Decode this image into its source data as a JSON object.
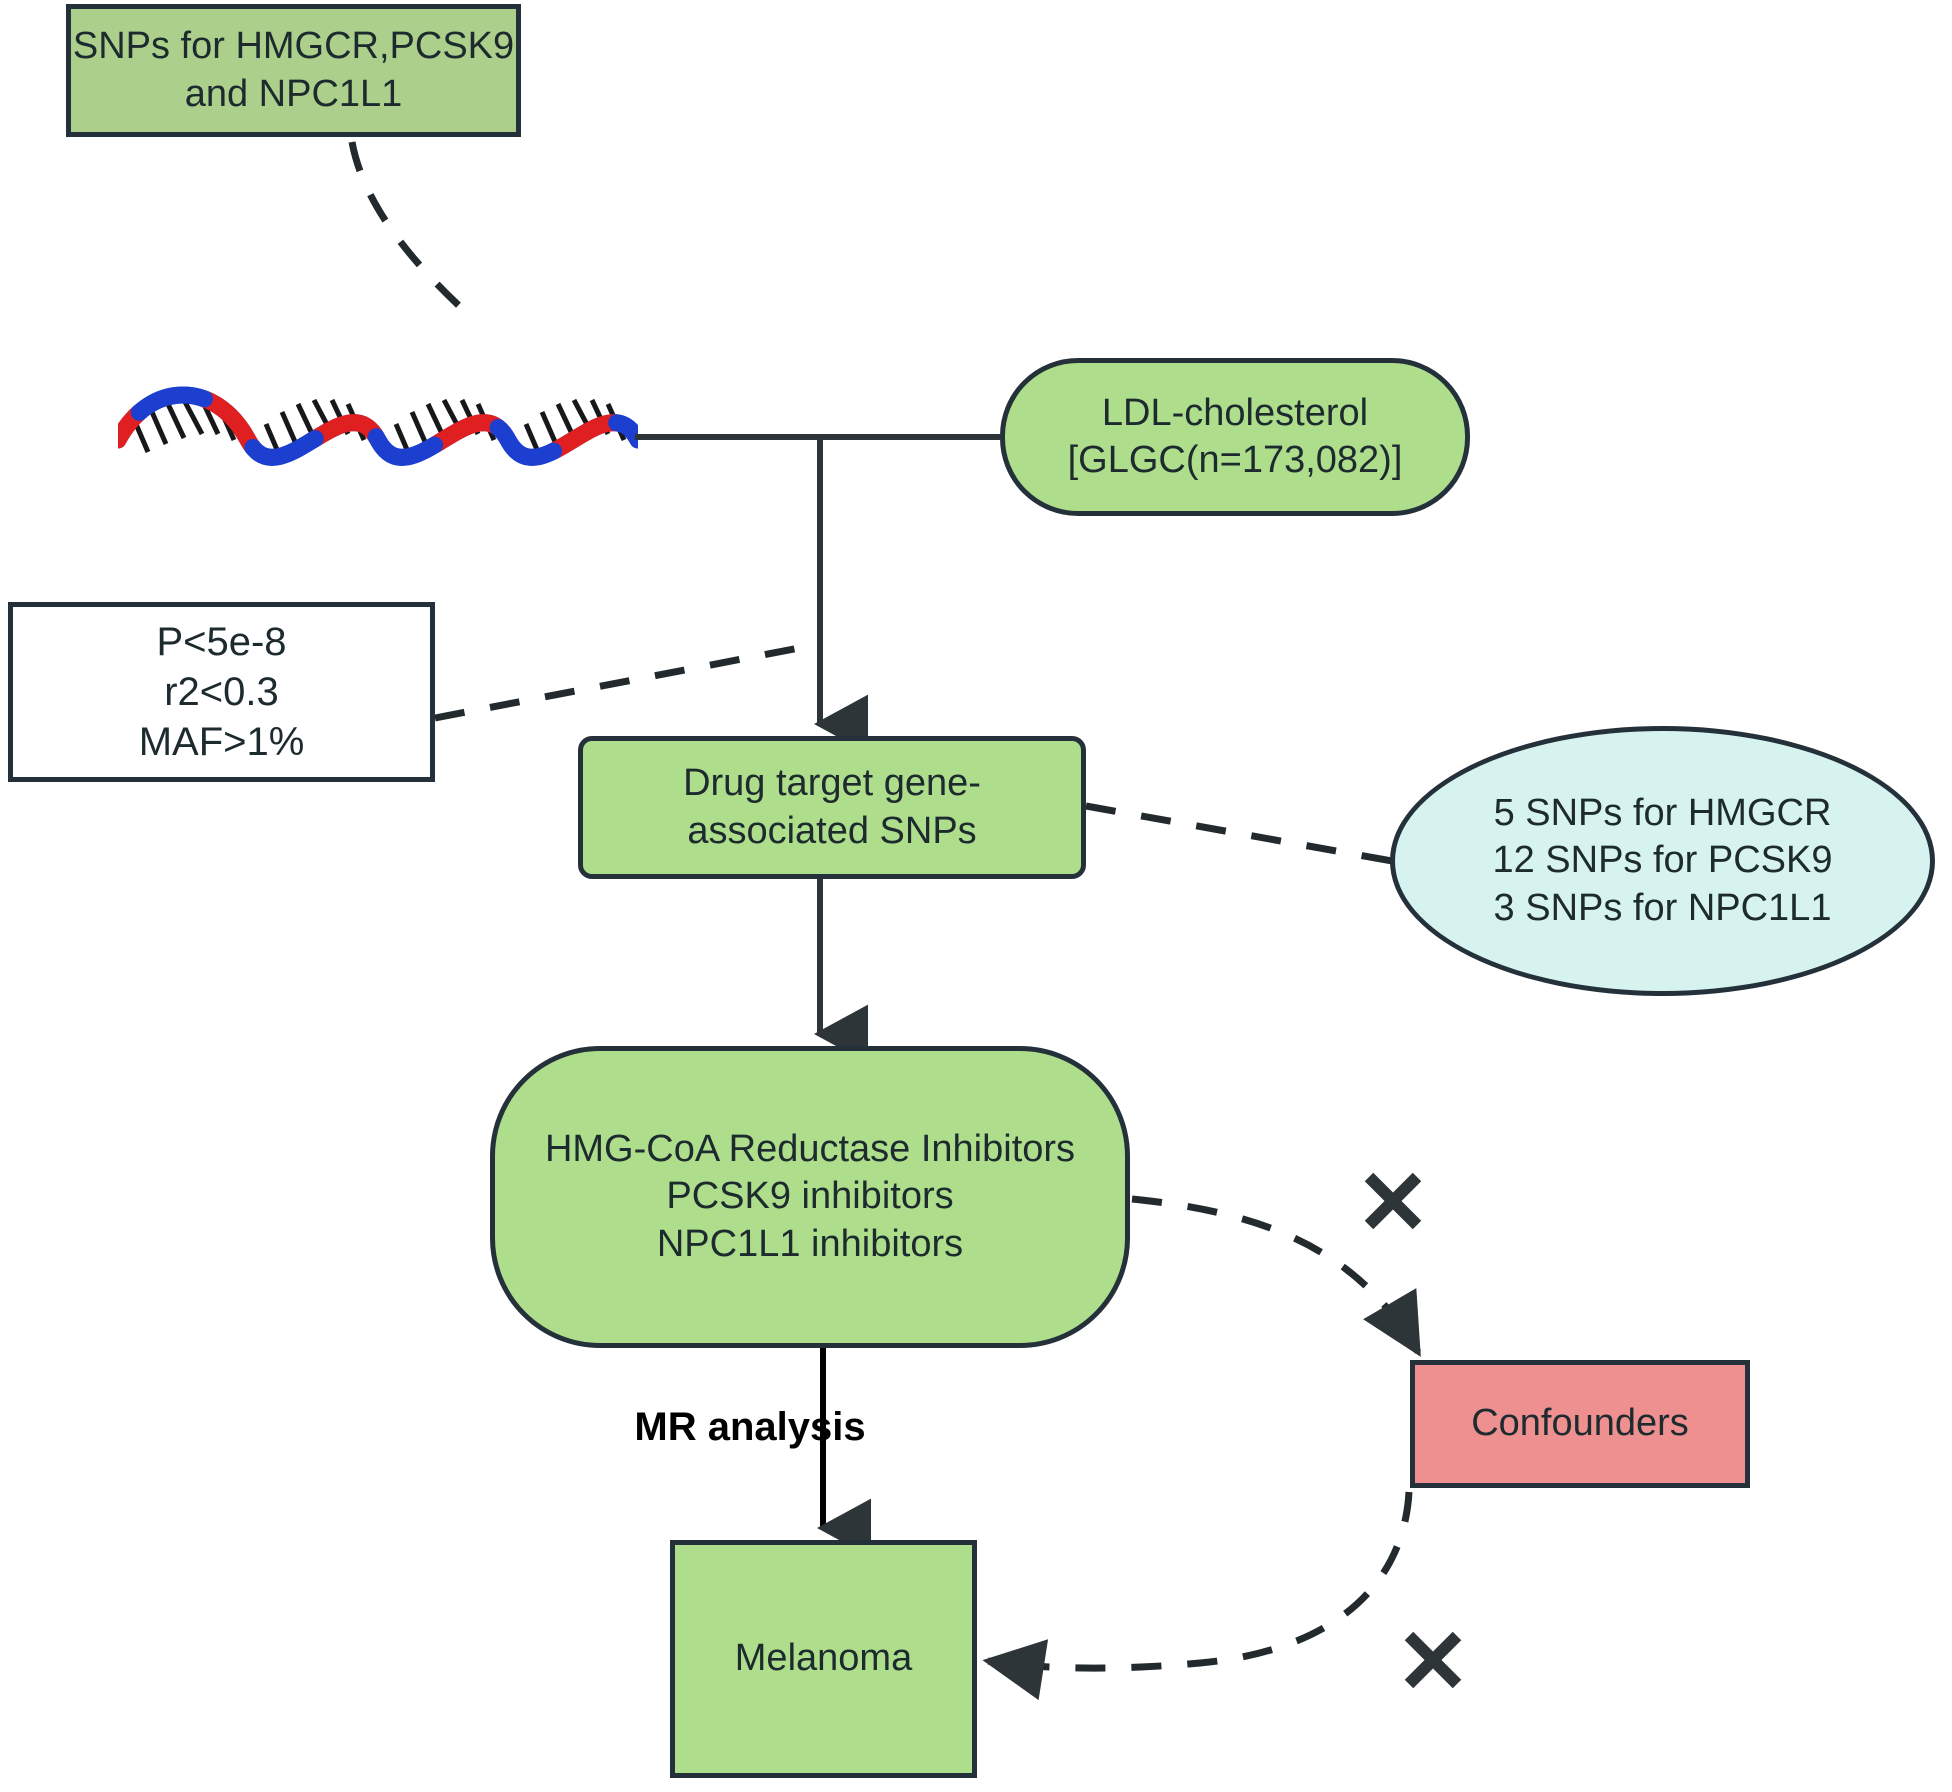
{
  "diagram": {
    "title": "Mendelian randomization study design: lipid-lowering drug targets and melanoma",
    "colors": {
      "green_fill": "#accf8b",
      "green_soft_fill": "#aede8c",
      "red_fill": "#ef9090",
      "cyan_fill": "#d7f3f0",
      "stroke": "#25313a",
      "background": "#ffffff",
      "dna_strand_blue": "#1c3fd0",
      "dna_strand_red": "#e02020"
    },
    "nodes": {
      "snps_source": {
        "label": "SNPs for HMGCR,PCSK9\nand NPC1L1",
        "shape": "rectangle",
        "fill": "green"
      },
      "ldl": {
        "label": "LDL-cholesterol\n[GLGC(n=173,082)]",
        "shape": "stadium",
        "fill": "green"
      },
      "filters": {
        "label": "P<5e-8\nr2<0.3\nMAF>1%",
        "shape": "rectangle",
        "fill": "white"
      },
      "drug_target": {
        "label": "Drug target gene-\nassociated SNPs",
        "shape": "rounded-rectangle",
        "fill": "green"
      },
      "snp_counts": {
        "label": "5 SNPs for HMGCR\n12 SNPs for PCSK9\n3 SNPs for NPC1L1",
        "shape": "ellipse",
        "fill": "cyan"
      },
      "inhibitors": {
        "label": "HMG-CoA Reductase Inhibitors\nPCSK9 inhibitors\nNPC1L1 inhibitors",
        "shape": "stadium",
        "fill": "green"
      },
      "confounders": {
        "label": "Confounders",
        "shape": "rectangle",
        "fill": "red"
      },
      "melanoma": {
        "label": "Melanoma",
        "shape": "rectangle",
        "fill": "green"
      }
    },
    "edge_labels": {
      "mr_analysis": "MR analysis"
    },
    "edges": [
      {
        "from": "snps_source",
        "to": "dna_helix",
        "style": "dashed",
        "arrow": false
      },
      {
        "from": "dna_helix",
        "to": "ldl",
        "style": "solid",
        "arrow": false
      },
      {
        "from": "ldl",
        "to": "drug_target",
        "style": "solid",
        "arrow": true
      },
      {
        "from": "filters",
        "to": "drug_target",
        "style": "dashed",
        "arrow": false
      },
      {
        "from": "drug_target",
        "to": "snp_counts",
        "style": "dashed",
        "arrow": false
      },
      {
        "from": "drug_target",
        "to": "inhibitors",
        "style": "solid",
        "arrow": true
      },
      {
        "from": "inhibitors",
        "to": "melanoma",
        "style": "solid",
        "arrow": true,
        "label": "MR analysis"
      },
      {
        "from": "inhibitors",
        "to": "confounders",
        "style": "dashed",
        "arrow": true,
        "blocked": true
      },
      {
        "from": "confounders",
        "to": "melanoma",
        "style": "dashed",
        "arrow": true,
        "blocked": true
      }
    ],
    "icons": {
      "dna_helix": "dna-helix-icon",
      "block_mark": "cross-block-icon"
    }
  }
}
